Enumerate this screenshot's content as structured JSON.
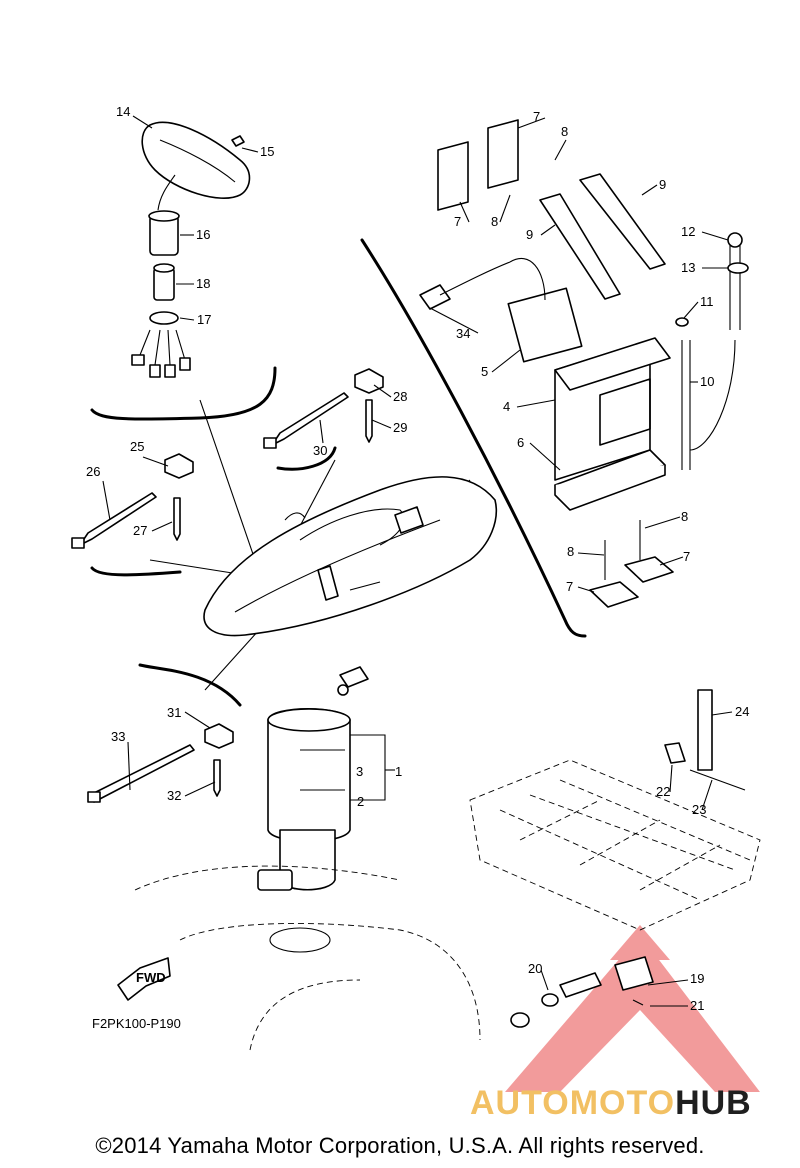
{
  "diagram": {
    "ref_code": "F2PK100-P190",
    "fwd_label": "FWD",
    "copyright": "©2014 Yamaha Motor Corporation, U.S.A. All rights reserved.",
    "watermark": {
      "part1": "AUTOMOTO",
      "part2": "HUB",
      "color1": "#f2c063",
      "color2": "#1f1f1f",
      "logo_color": "#e84a4a"
    },
    "callouts": {
      "c1": "1",
      "c2": "2",
      "c3": "3",
      "c4": "4",
      "c5": "5",
      "c6": "6",
      "c7a": "7",
      "c7b": "7",
      "c7c": "7",
      "c7d": "7",
      "c8a": "8",
      "c8b": "8",
      "c8c": "8",
      "c8d": "8",
      "c9a": "9",
      "c9b": "9",
      "c10": "10",
      "c11": "11",
      "c12": "12",
      "c13": "13",
      "c14": "14",
      "c15": "15",
      "c16": "16",
      "c17": "17",
      "c18": "18",
      "c19": "19",
      "c20": "20",
      "c21": "21",
      "c22": "22",
      "c23": "23",
      "c24": "24",
      "c25": "25",
      "c26": "26",
      "c27": "27",
      "c28": "28",
      "c29": "29",
      "c30": "30",
      "c31": "31",
      "c32": "32",
      "c33": "33",
      "c34": "34"
    }
  }
}
